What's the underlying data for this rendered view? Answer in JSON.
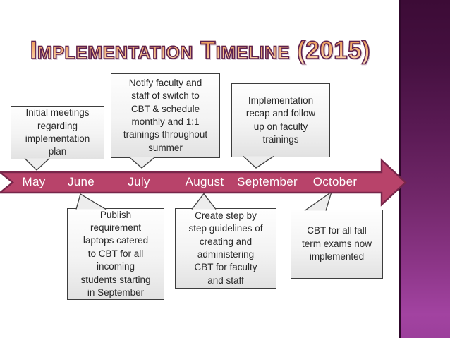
{
  "slide": {
    "title": "Implementation Timeline (2015)"
  },
  "timeline": {
    "months": [
      "May",
      "June",
      "July",
      "August",
      "September",
      "October"
    ]
  },
  "callouts": [
    {
      "text": "Initial meetings\nregarding\nimplementation\nplan",
      "points_to": "May",
      "side": "above"
    },
    {
      "text": "Notify faculty and\nstaff of switch to\nCBT & schedule\nmonthly and 1:1\ntrainings throughout\nsummer",
      "points_to": "July",
      "side": "above"
    },
    {
      "text": "Implementation\nrecap and follow\nup on faculty\ntrainings",
      "points_to": "September",
      "side": "above"
    },
    {
      "text": "Publish\nrequirement\nlaptops catered\nto CBT for all\nincoming\nstudents starting\nin September",
      "points_to": "June",
      "side": "below"
    },
    {
      "text": "Create step by\nstep guidelines of\ncreating and\nadministering\nCBT for faculty\nand staff",
      "points_to": "August",
      "side": "below"
    },
    {
      "text": "CBT for all fall\nterm exams now\nimplemented",
      "points_to": "October",
      "side": "below"
    }
  ],
  "colors": {
    "arrow_fill": "#b8436a",
    "arrow_stroke": "#77264a",
    "callout_border": "#3d3d3d",
    "callout_fill": "#ededed",
    "accent_top": "#3c0b36",
    "accent_bottom": "#9c3f9b",
    "title_orange": "#f5ab72",
    "title_outline": "#5d2150",
    "month_text": "#ffffff"
  }
}
